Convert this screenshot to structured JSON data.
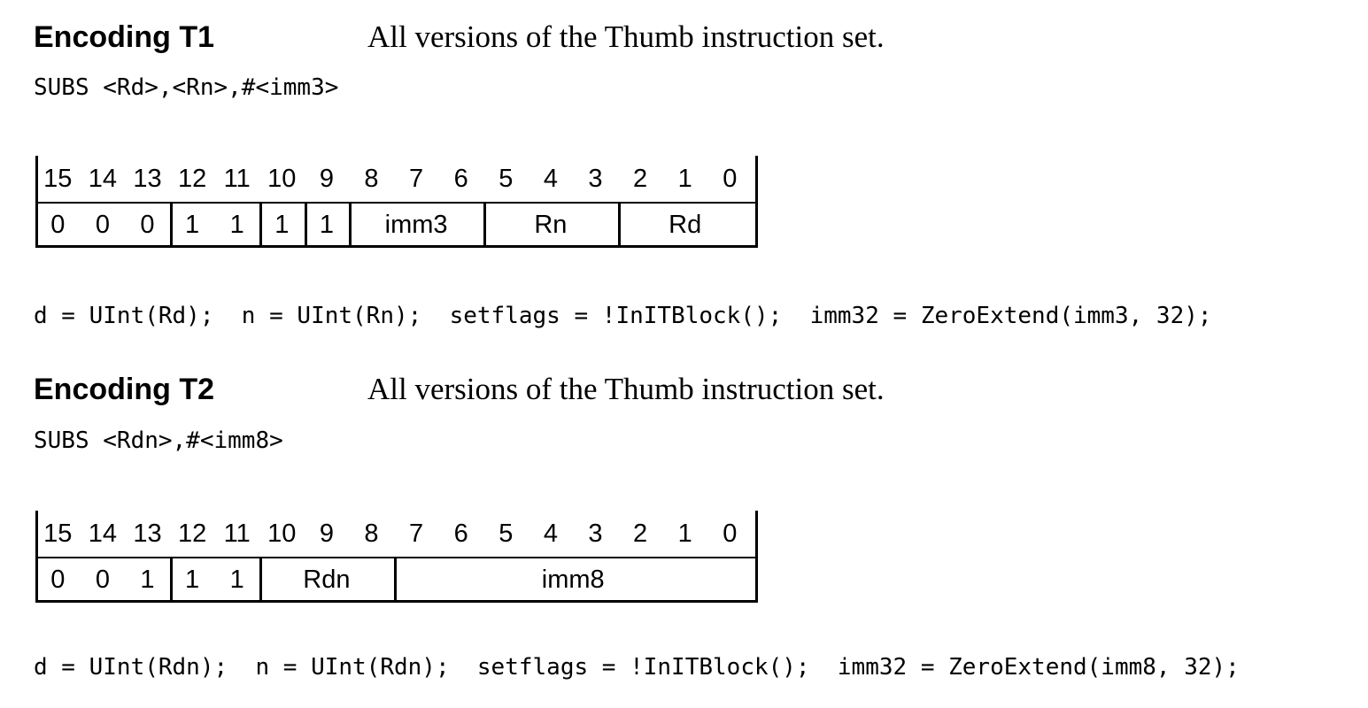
{
  "encodings": [
    {
      "heading": "Encoding T1",
      "description": "All versions of the Thumb instruction set.",
      "syntax": "SUBS <Rd>,<Rn>,#<imm3>",
      "bit_numbers": [
        "15",
        "14",
        "13",
        "12",
        "11",
        "10",
        "9",
        "8",
        "7",
        "6",
        "5",
        "4",
        "3",
        "2",
        "1",
        "0"
      ],
      "fields": [
        {
          "label": "0"
        },
        {
          "label": "0"
        },
        {
          "label": "0"
        },
        {
          "label": "1"
        },
        {
          "label": "1"
        },
        {
          "label": "1"
        },
        {
          "label": "1"
        },
        {
          "label": "imm3"
        },
        {
          "label": "Rn"
        },
        {
          "label": "Rd"
        }
      ],
      "pseudocode": "d = UInt(Rd);  n = UInt(Rn);  setflags = !InITBlock();  imm32 = ZeroExtend(imm3, 32);"
    },
    {
      "heading": "Encoding T2",
      "description": "All versions of the Thumb instruction set.",
      "syntax": "SUBS <Rdn>,#<imm8>",
      "bit_numbers": [
        "15",
        "14",
        "13",
        "12",
        "11",
        "10",
        "9",
        "8",
        "7",
        "6",
        "5",
        "4",
        "3",
        "2",
        "1",
        "0"
      ],
      "fields": [
        {
          "label": "0"
        },
        {
          "label": "0"
        },
        {
          "label": "1"
        },
        {
          "label": "1"
        },
        {
          "label": "1"
        },
        {
          "label": "Rdn"
        },
        {
          "label": "imm8"
        }
      ],
      "pseudocode": "d = UInt(Rdn);  n = UInt(Rdn);  setflags = !InITBlock();  imm32 = ZeroExtend(imm8, 32);"
    }
  ]
}
